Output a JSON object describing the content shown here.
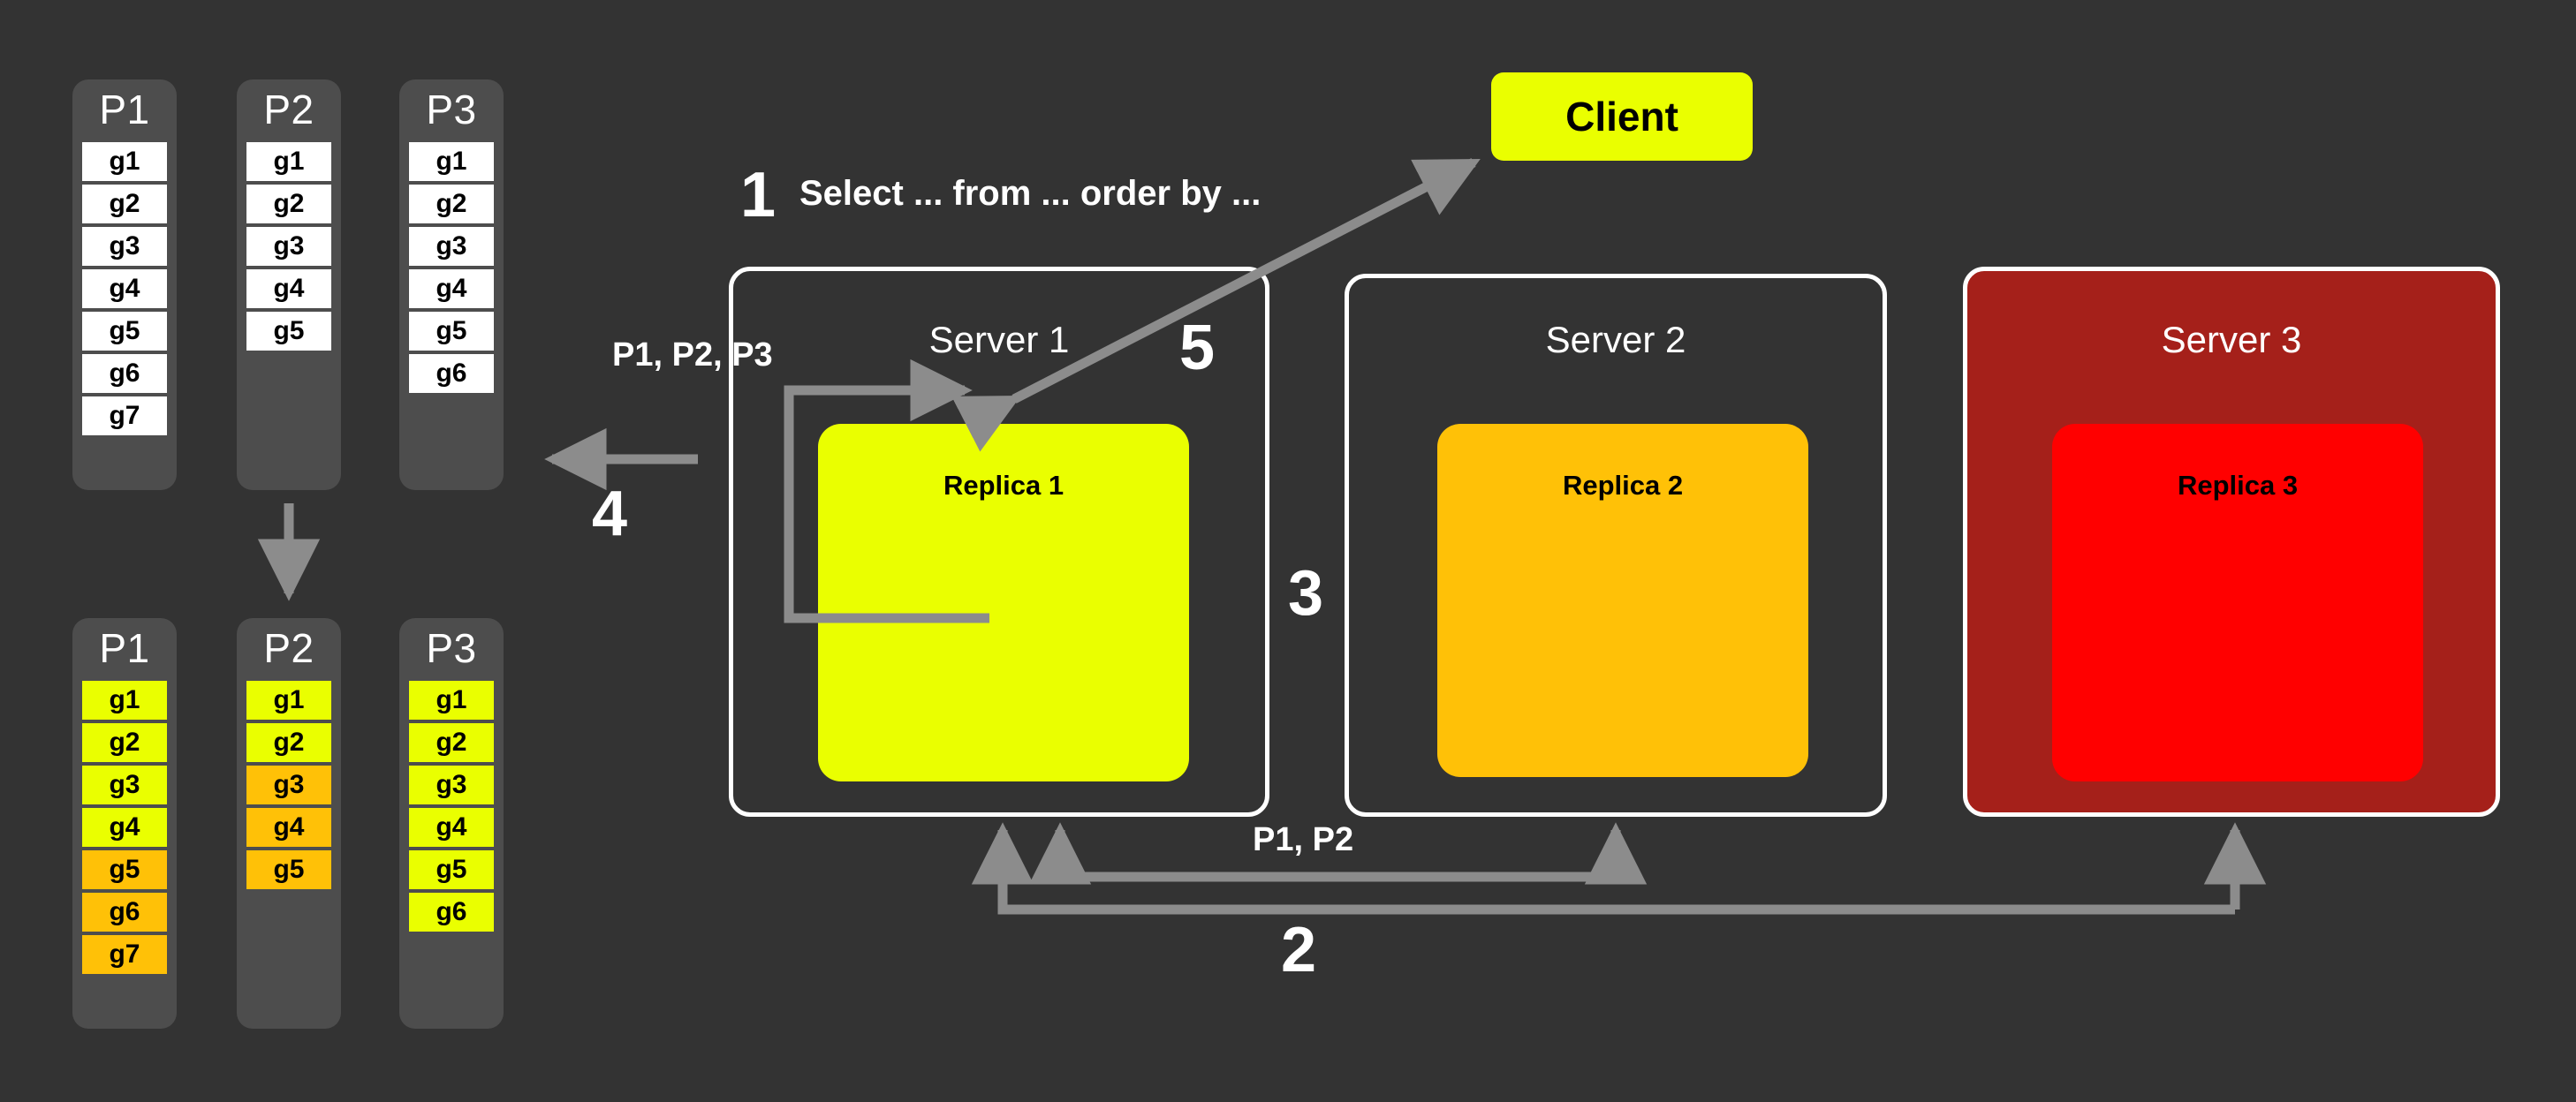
{
  "background_color": "#333333",
  "palette": {
    "panel": "#4d4d4d",
    "white_cell": "#ffffff",
    "yellow": "#eaff00",
    "orange": "#ffc107",
    "red_bright": "#ff0000",
    "red_dark": "#a5201a",
    "arrow_gray": "#8c8c8c",
    "border_white": "#ffffff"
  },
  "partitions_top": [
    {
      "title": "P1",
      "cells": [
        {
          "label": "g1",
          "color": "white"
        },
        {
          "label": "g2",
          "color": "white"
        },
        {
          "label": "g3",
          "color": "white"
        },
        {
          "label": "g4",
          "color": "white"
        },
        {
          "label": "g5",
          "color": "white"
        },
        {
          "label": "g6",
          "color": "white"
        },
        {
          "label": "g7",
          "color": "white"
        }
      ]
    },
    {
      "title": "P2",
      "cells": [
        {
          "label": "g1",
          "color": "white"
        },
        {
          "label": "g2",
          "color": "white"
        },
        {
          "label": "g3",
          "color": "white"
        },
        {
          "label": "g4",
          "color": "white"
        },
        {
          "label": "g5",
          "color": "white"
        }
      ]
    },
    {
      "title": "P3",
      "cells": [
        {
          "label": "g1",
          "color": "white"
        },
        {
          "label": "g2",
          "color": "white"
        },
        {
          "label": "g3",
          "color": "white"
        },
        {
          "label": "g4",
          "color": "white"
        },
        {
          "label": "g5",
          "color": "white"
        },
        {
          "label": "g6",
          "color": "white"
        }
      ]
    }
  ],
  "partitions_bottom": [
    {
      "title": "P1",
      "cells": [
        {
          "label": "g1",
          "color": "yellow"
        },
        {
          "label": "g2",
          "color": "yellow"
        },
        {
          "label": "g3",
          "color": "yellow"
        },
        {
          "label": "g4",
          "color": "yellow"
        },
        {
          "label": "g5",
          "color": "orange"
        },
        {
          "label": "g6",
          "color": "orange"
        },
        {
          "label": "g7",
          "color": "orange"
        }
      ]
    },
    {
      "title": "P2",
      "cells": [
        {
          "label": "g1",
          "color": "yellow"
        },
        {
          "label": "g2",
          "color": "yellow"
        },
        {
          "label": "g3",
          "color": "orange"
        },
        {
          "label": "g4",
          "color": "orange"
        },
        {
          "label": "g5",
          "color": "orange"
        }
      ]
    },
    {
      "title": "P3",
      "cells": [
        {
          "label": "g1",
          "color": "yellow"
        },
        {
          "label": "g2",
          "color": "yellow"
        },
        {
          "label": "g3",
          "color": "yellow"
        },
        {
          "label": "g4",
          "color": "yellow"
        },
        {
          "label": "g5",
          "color": "yellow"
        },
        {
          "label": "g6",
          "color": "yellow"
        }
      ]
    }
  ],
  "client": {
    "label": "Client"
  },
  "servers": [
    {
      "title": "Server 1",
      "replica": "Replica 1",
      "fill": "#333333",
      "replica_fill": "#eaff00"
    },
    {
      "title": "Server 2",
      "replica": "Replica 2",
      "fill": "#333333",
      "replica_fill": "#ffc107"
    },
    {
      "title": "Server 3",
      "replica": "Replica 3",
      "fill": "#a5201a",
      "replica_fill": "#ff0000"
    }
  ],
  "steps": [
    {
      "number": "1",
      "description": "Select ... from ... order by ..."
    },
    {
      "number": "2",
      "description": ""
    },
    {
      "number": "3",
      "description": ""
    },
    {
      "number": "4",
      "description": ""
    },
    {
      "number": "5",
      "description": ""
    }
  ],
  "step_labels": {
    "one": "1",
    "two": "2",
    "three": "3",
    "four": "4",
    "five": "5"
  },
  "query_text": "Select ... from ... order by ...",
  "flow_labels": {
    "server1_out": "P1, P2, P3",
    "bottom_transfer": "P1, P2"
  }
}
